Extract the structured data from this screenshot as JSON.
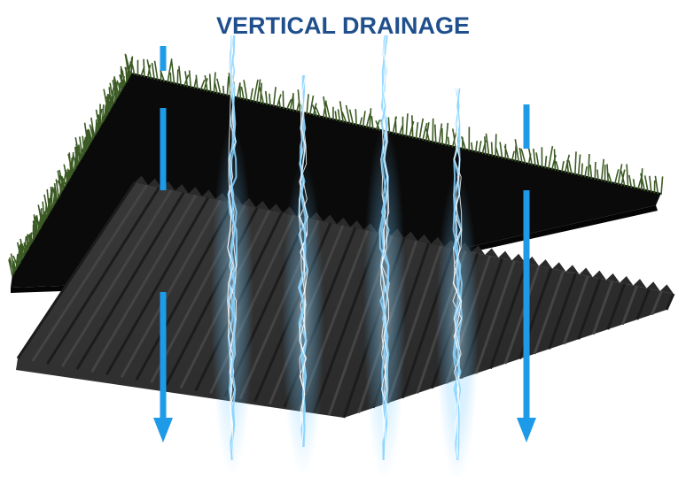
{
  "title": "VERTICAL DRAINAGE",
  "colors": {
    "title": "#1f4f8c",
    "arrow": "#1e9be8",
    "water": "#8ad3ff",
    "turf_layer": "#0a0a0a",
    "grass": "#3b5a24",
    "drainage_panel": "#2e2e2e"
  },
  "icons": [
    "grass-turf-layer",
    "corrugated-drainage-panel",
    "down-arrow-icon",
    "water-stream-icon"
  ]
}
